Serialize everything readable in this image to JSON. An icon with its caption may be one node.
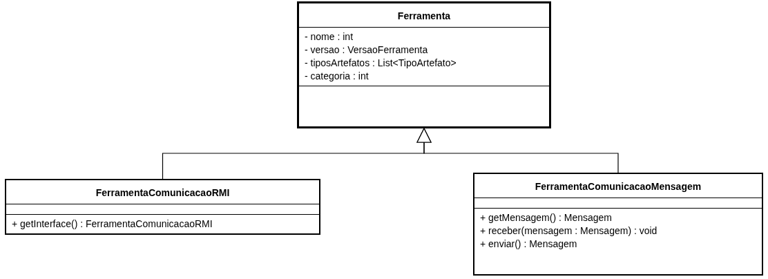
{
  "diagram": {
    "nodes": [
      {
        "text": [
          "Ferramenta",
          "- nome : int",
          "- versao : VersaoFerramenta",
          "- tiposArtefatos : List<TipoArtefato>",
          "- categoria : int"
        ]
      },
      {
        "text": [
          "FerramentaComunicacaoRMI",
          "+ getInterface() : FerramentaComunicacaoRMI"
        ]
      },
      {
        "text": [
          "FerramentaComunicacaoMensagem",
          "+ getMensagem() : Mensagem",
          "+ receber(mensagem : Mensagem) : void",
          "+ enviar() : Mensagem"
        ]
      }
    ],
    "edges": [
      {
        "from": 1,
        "to": 0,
        "arrow": "to"
      },
      {
        "from": 2,
        "to": 0,
        "arrow": "to"
      }
    ]
  }
}
